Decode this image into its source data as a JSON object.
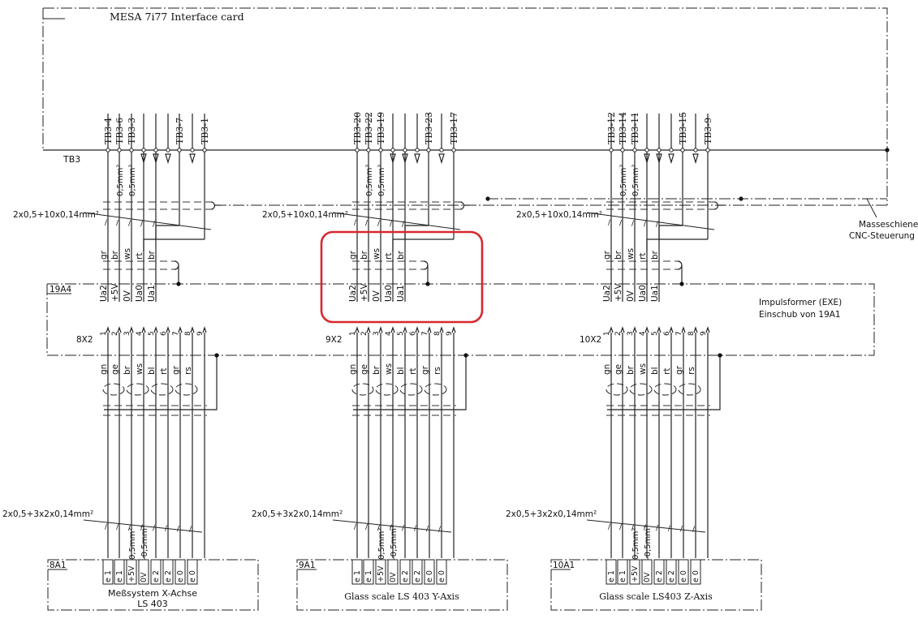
{
  "card_label": "MESA 7i77 Interface card",
  "tb3_label": "TB3",
  "masse_label": [
    "Masseschiene",
    "CNC-Steuerung"
  ],
  "ref_19a4": "19A4",
  "impuls_label": [
    "Impulsformer (EXE)",
    "Einschub von 19A1"
  ],
  "highlight_color": "#d7282f",
  "groups": [
    {
      "tb_terms": [
        "TB3-4",
        "TB3-6",
        "TB3-3",
        "TB3-7",
        "TB3-1"
      ],
      "cable_top": "2x0,5+10x0,14mm²",
      "cond_size": [
        "0,5mm²",
        "0,5mm²"
      ],
      "colors_top": [
        "gr",
        "br",
        "ws",
        "rt",
        "br"
      ],
      "signals": [
        "Ua2",
        "+5V",
        "0V",
        "Ua0",
        "Ua1"
      ],
      "connector": "8X2",
      "pins": [
        "1",
        "2",
        "3",
        "4",
        "5",
        "6",
        "7",
        "8",
        "9"
      ],
      "colors_mid": [
        "gn",
        "ge",
        "br",
        "ws",
        "bl",
        "rt",
        "gr",
        "rs"
      ],
      "cable_bot": "2x0,5+3x2x0,14mm²",
      "cond_bot": [
        "0,5mm²",
        "-0,5mm²"
      ],
      "box_ref": "8A1",
      "box_labels": [
        "e 1",
        "e 1",
        "+5V",
        "0V",
        "e 2",
        "e 2",
        "e 0",
        "e 0"
      ],
      "box_title": [
        "Meßsystem X-Achse",
        "LS 403"
      ]
    },
    {
      "tb_terms": [
        "TB3-20",
        "TB3-22",
        "TB3-19",
        "TB3-23",
        "TB3-17"
      ],
      "cable_top": "2x0,5+10x0,14mm²",
      "cond_size": [
        "0,5mm²",
        "0,5mm²"
      ],
      "colors_top": [
        "gr",
        "br",
        "ws",
        "rt",
        "br"
      ],
      "signals": [
        "Ua2",
        "+5V",
        "0V",
        "Ua0",
        "Ua1"
      ],
      "connector": "9X2",
      "pins": [
        "1",
        "2",
        "3",
        "4",
        "5",
        "6",
        "7",
        "8",
        "9"
      ],
      "colors_mid": [
        "gn",
        "ge",
        "br",
        "ws",
        "bl",
        "rt",
        "gr",
        "rs"
      ],
      "cable_bot": "2x0,5+3x2x0,14mm²",
      "cond_bot": [
        "0,5mm²",
        "-0,5mm²"
      ],
      "box_ref": "9A1",
      "box_labels": [
        "e 1",
        "e 1",
        "+5V",
        "0V",
        "e 2",
        "e 2",
        "e 0",
        "e 0"
      ],
      "box_title": [
        "Glass scale LS 403 Y-Axis"
      ]
    },
    {
      "tb_terms": [
        "TB3-12",
        "TB3-14",
        "TB3-11",
        "TB3-15",
        "TB3-9"
      ],
      "cable_top": "2x0,5+10x0,14mm²",
      "cond_size": [
        "0,5mm²",
        "0,5mm²"
      ],
      "colors_top": [
        "gr",
        "br",
        "ws",
        "rt",
        "br"
      ],
      "signals": [
        "Ua2",
        "+5V",
        "0V",
        "Ua0",
        "Ua1"
      ],
      "connector": "10X2",
      "pins": [
        "1",
        "2",
        "3",
        "4",
        "5",
        "6",
        "7",
        "8",
        "9"
      ],
      "colors_mid": [
        "gn",
        "ge",
        "br",
        "ws",
        "bl",
        "rt",
        "gr",
        "rs"
      ],
      "cable_bot": "2x0,5+3x2x0,14mm²",
      "cond_bot": [
        "0,5mm²",
        "-0,5mm²"
      ],
      "box_ref": "10A1",
      "box_labels": [
        "e 1",
        "e 1",
        "+5V",
        "0V",
        "e 2",
        "e 2",
        "e 0",
        "e 0"
      ],
      "box_title": [
        "Glass scale LS403 Z-Axis"
      ]
    }
  ]
}
